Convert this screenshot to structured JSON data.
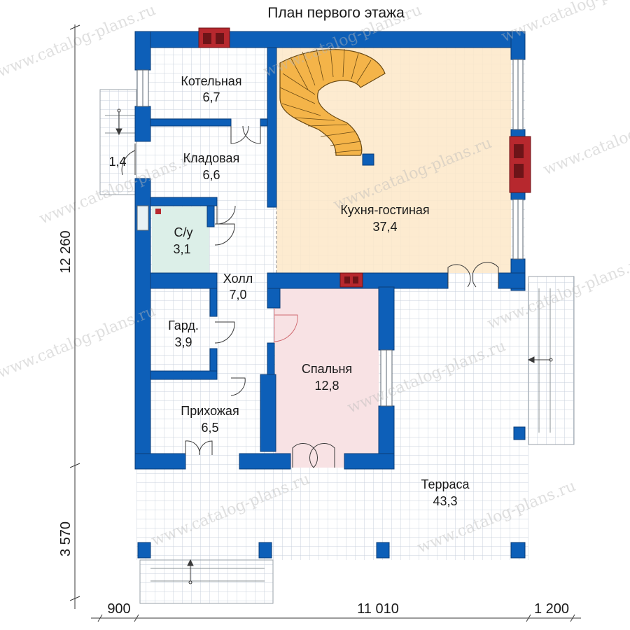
{
  "title": "План первого этажа",
  "watermark": "www.catalog-plans.ru",
  "rooms": [
    {
      "name": "Котельная",
      "area": "6,7"
    },
    {
      "name": "Кладовая",
      "area": "6,6"
    },
    {
      "name": "С/у",
      "area": "3,1"
    },
    {
      "name": "Холл",
      "area": "7,0"
    },
    {
      "name": "Гард.",
      "area": "3,9"
    },
    {
      "name": "Прихожая",
      "area": "6,5"
    },
    {
      "name": "Кухня-гостиная",
      "area": "37,4"
    },
    {
      "name": "Спальня",
      "area": "12,8"
    },
    {
      "name": "Терраса",
      "area": "43,3"
    }
  ],
  "porch_area": "1,4",
  "dimensions": {
    "height_main": "12 260",
    "height_terrace": "3 570",
    "width_left": "900",
    "width_main": "11 010",
    "width_right": "1 200"
  },
  "colors": {
    "wall": "#0d5fb8",
    "wall_outline": "#0a3c78",
    "grid": "#c8d2dc",
    "kitchen_fill": "#fde8c8",
    "bedroom_fill": "#f8e2e4",
    "bathroom_fill": "#dcefe8",
    "stair_fill": "#f4b449",
    "chimney": "#b7282e"
  }
}
